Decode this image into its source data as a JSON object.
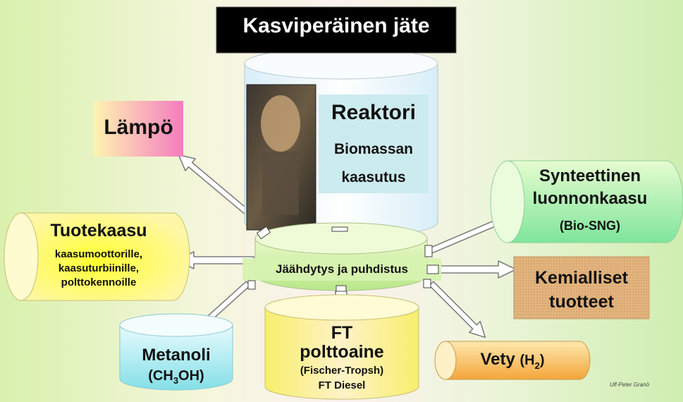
{
  "title": "Kasviperäinen jäte",
  "reactor": {
    "label": "Reaktori",
    "sub1": "Biomassan",
    "sub2": "kaasutus"
  },
  "heat": {
    "label": "Lämpö"
  },
  "cleaning": {
    "label": "Jäähdytys ja puhdistus"
  },
  "product_gas": {
    "label": "Tuotekaasu",
    "line1": "kaasumoottorille,",
    "line2": "kaasuturbiinille,",
    "line3": "polttokennoille"
  },
  "sng": {
    "line1": "Synteettinen",
    "line2": "luonnonkaasu",
    "line3": "(Bio-SNG)"
  },
  "chemicals": {
    "line1": "Kemialliset",
    "line2": "tuotteet"
  },
  "methanol": {
    "label": "Metanoli",
    "formula_a": "(CH",
    "formula_sub": "3",
    "formula_b": "OH)"
  },
  "ft_fuel": {
    "line1": "FT",
    "line2": "polttoaine",
    "line3": "(Fischer-Tropsh)",
    "line4": "FT Diesel"
  },
  "hydrogen": {
    "label": "Vety",
    "formula_a": "(H",
    "formula_sub": "2",
    "formula_b": ")"
  },
  "credit": "Ulf-Peter Granö"
}
